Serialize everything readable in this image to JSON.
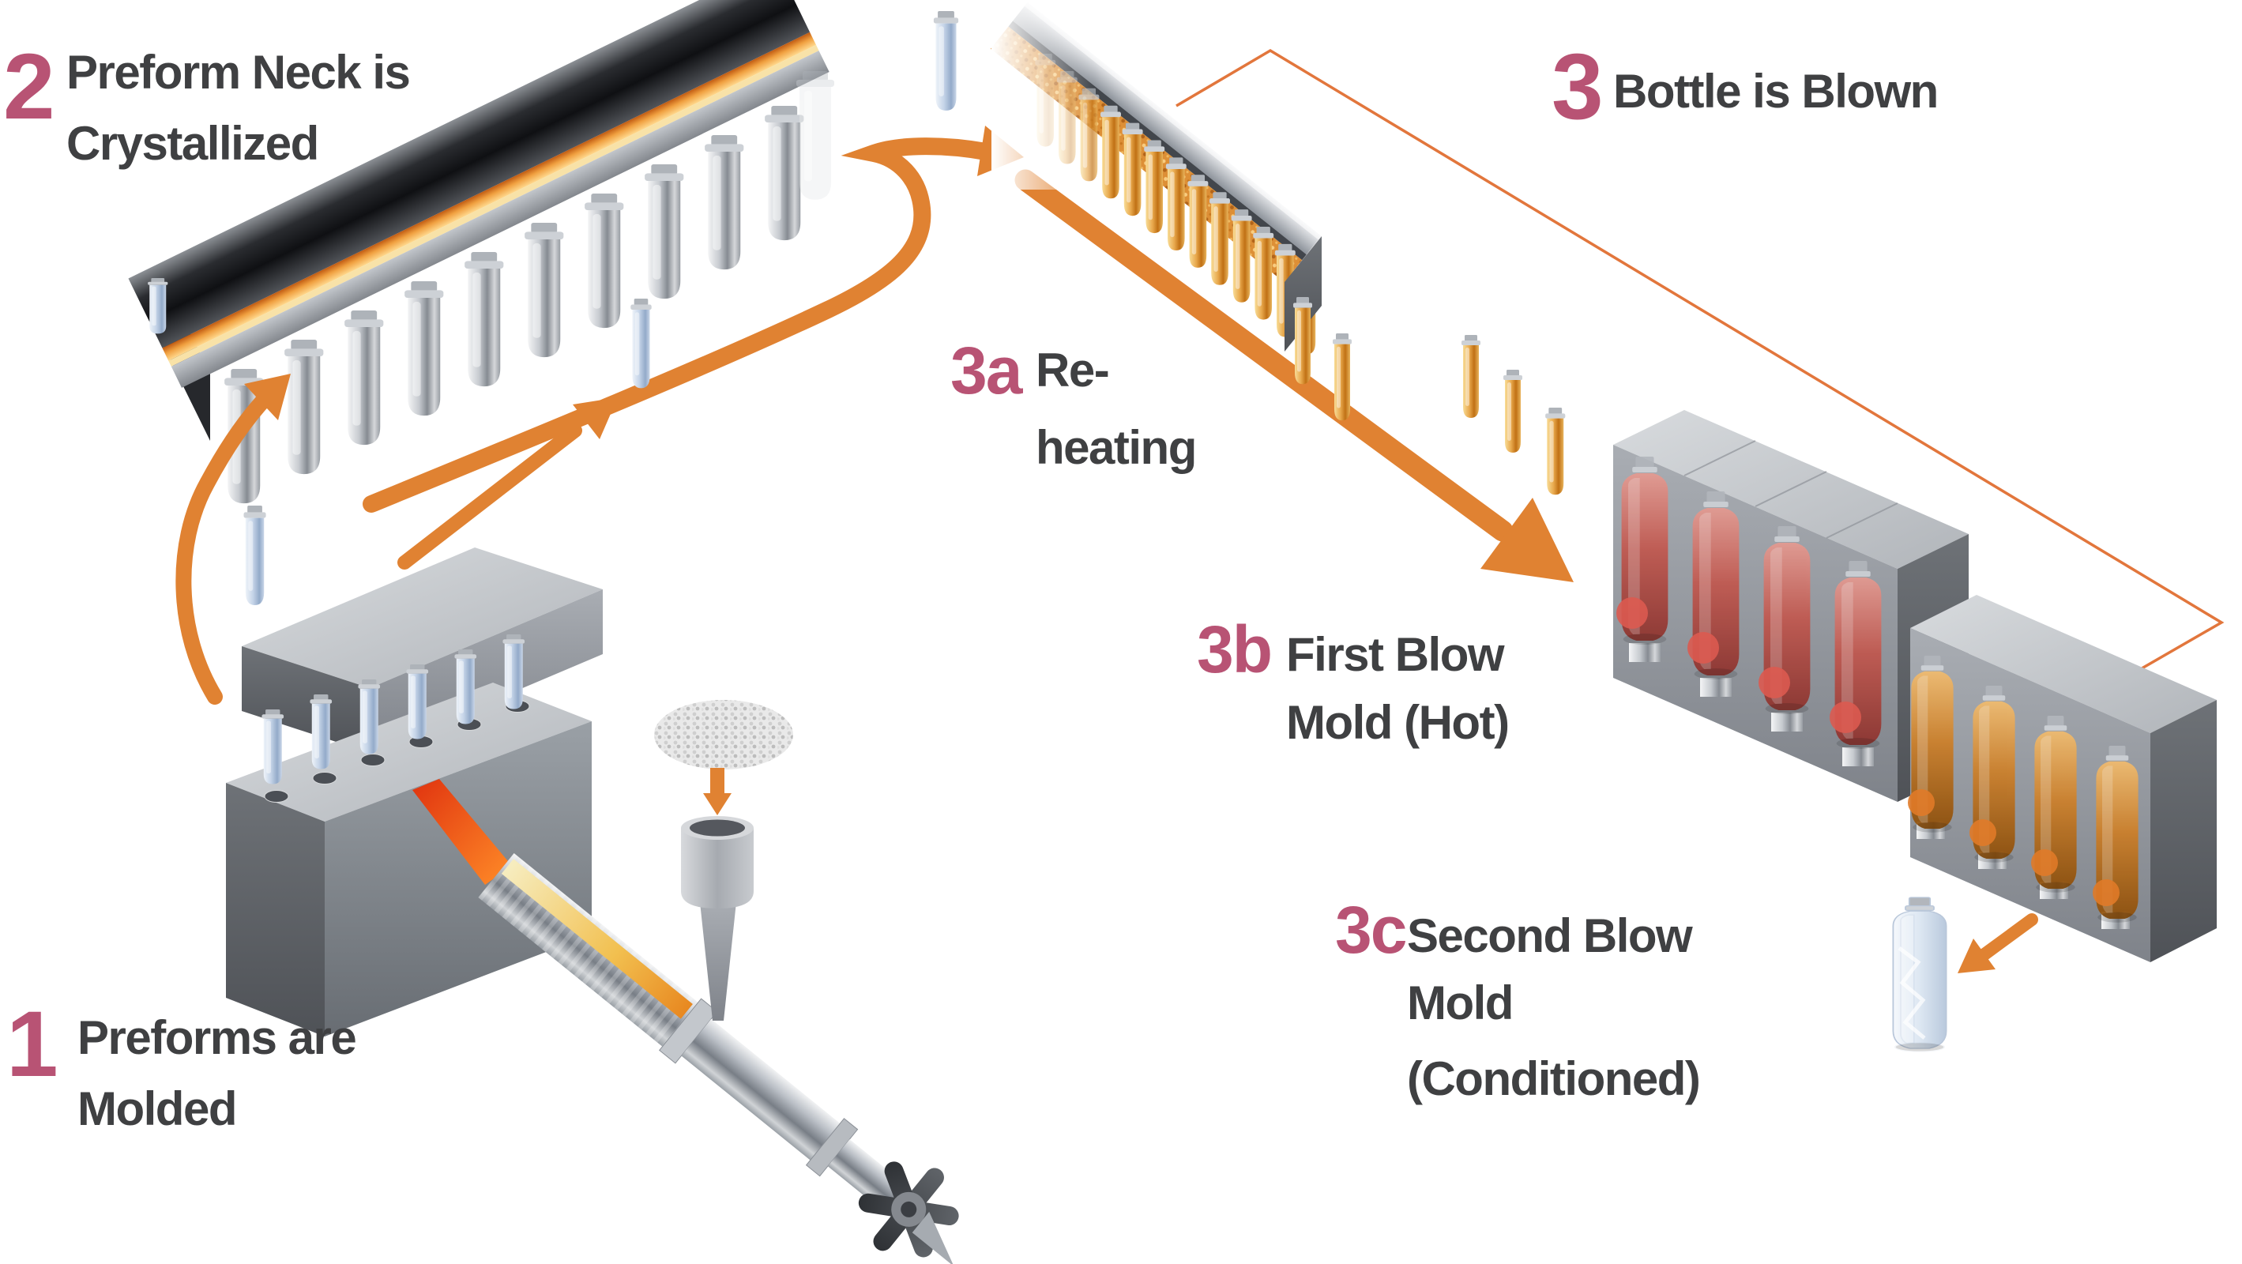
{
  "figure": {
    "background": "#ffffff",
    "colors": {
      "step_number_pink": "#b85374",
      "label_text": "#3f4042",
      "arrow_orange": "#e08232",
      "bracket_line_orange": "#e2763c",
      "heater_glow_orange": "#f0a040",
      "red_hot_bottle": "#c4544a",
      "amber_bottle": "#cd7f28",
      "blue_preform": "#c5d4e8",
      "machine_gray": "#a9adb3"
    }
  },
  "labels": {
    "step1": {
      "number": "1",
      "line1": "Preforms are",
      "line2": "Molded"
    },
    "step2": {
      "number": "2",
      "line1": "Preform Neck is",
      "line2": "Crystallized"
    },
    "step3": {
      "number": "3",
      "line1": "Bottle is Blown"
    },
    "step3a": {
      "number": "3a",
      "line1": "Re-",
      "line2": "heating"
    },
    "step3b": {
      "number": "3b",
      "line1": "First Blow",
      "line2": "Mold (Hot)"
    },
    "step3c": {
      "number": "3c",
      "line1": "Second Blow",
      "line2": "Mold",
      "line3": "(Conditioned)"
    }
  }
}
